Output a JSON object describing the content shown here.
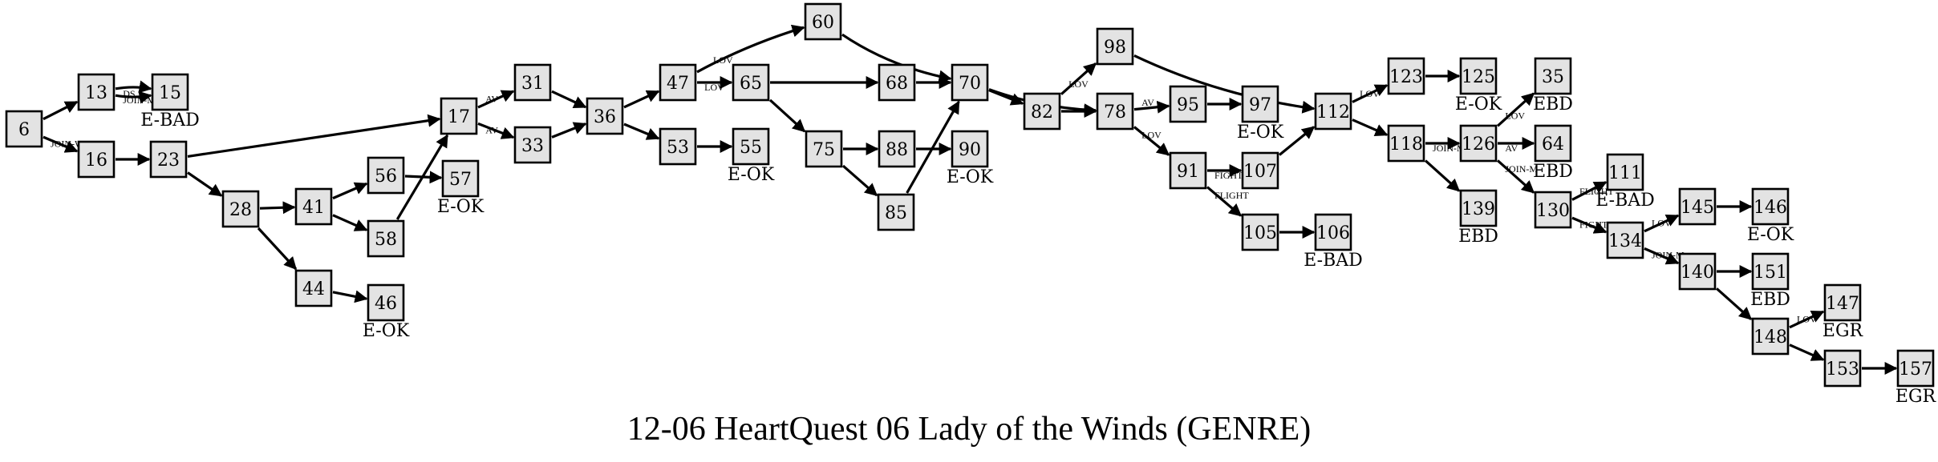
{
  "title": "12-06 HeartQuest 06 Lady of the Winds (GENRE)",
  "colors": {
    "node_fill": "#e3e3e3",
    "stroke": "#000000",
    "background": "#ffffff"
  },
  "nodes": [
    {
      "id": "6",
      "ending": ""
    },
    {
      "id": "13",
      "ending": ""
    },
    {
      "id": "15",
      "ending": "E-BAD"
    },
    {
      "id": "16",
      "ending": ""
    },
    {
      "id": "23",
      "ending": ""
    },
    {
      "id": "28",
      "ending": ""
    },
    {
      "id": "41",
      "ending": ""
    },
    {
      "id": "44",
      "ending": ""
    },
    {
      "id": "46",
      "ending": "E-OK"
    },
    {
      "id": "56",
      "ending": ""
    },
    {
      "id": "57",
      "ending": "E-OK"
    },
    {
      "id": "58",
      "ending": ""
    },
    {
      "id": "17",
      "ending": ""
    },
    {
      "id": "31",
      "ending": ""
    },
    {
      "id": "33",
      "ending": ""
    },
    {
      "id": "36",
      "ending": ""
    },
    {
      "id": "47",
      "ending": ""
    },
    {
      "id": "53",
      "ending": ""
    },
    {
      "id": "55",
      "ending": "E-OK"
    },
    {
      "id": "60",
      "ending": ""
    },
    {
      "id": "65",
      "ending": ""
    },
    {
      "id": "68",
      "ending": ""
    },
    {
      "id": "75",
      "ending": ""
    },
    {
      "id": "88",
      "ending": ""
    },
    {
      "id": "90",
      "ending": "E-OK"
    },
    {
      "id": "85",
      "ending": ""
    },
    {
      "id": "70",
      "ending": ""
    },
    {
      "id": "82",
      "ending": ""
    },
    {
      "id": "98",
      "ending": ""
    },
    {
      "id": "78",
      "ending": ""
    },
    {
      "id": "95",
      "ending": ""
    },
    {
      "id": "97",
      "ending": "E-OK"
    },
    {
      "id": "91",
      "ending": ""
    },
    {
      "id": "107",
      "ending": ""
    },
    {
      "id": "105",
      "ending": ""
    },
    {
      "id": "106",
      "ending": "E-BAD"
    },
    {
      "id": "112",
      "ending": ""
    },
    {
      "id": "123",
      "ending": ""
    },
    {
      "id": "125",
      "ending": "E-OK"
    },
    {
      "id": "118",
      "ending": ""
    },
    {
      "id": "126",
      "ending": ""
    },
    {
      "id": "139",
      "ending": "EBD"
    },
    {
      "id": "35",
      "ending": "EBD"
    },
    {
      "id": "64",
      "ending": "EBD"
    },
    {
      "id": "130",
      "ending": ""
    },
    {
      "id": "111",
      "ending": "E-BAD"
    },
    {
      "id": "134",
      "ending": ""
    },
    {
      "id": "145",
      "ending": ""
    },
    {
      "id": "146",
      "ending": "E-OK"
    },
    {
      "id": "140",
      "ending": ""
    },
    {
      "id": "151",
      "ending": "EBD"
    },
    {
      "id": "148",
      "ending": ""
    },
    {
      "id": "147",
      "ending": "EGR"
    },
    {
      "id": "153",
      "ending": ""
    },
    {
      "id": "157",
      "ending": "EGR"
    }
  ],
  "edges": [
    {
      "from": "6",
      "to": "13",
      "label": ""
    },
    {
      "from": "6",
      "to": "16",
      "label": "JOIN-W"
    },
    {
      "from": "13",
      "to": "15",
      "label": "DS"
    },
    {
      "from": "13",
      "to": "15",
      "label": "JOIN-M"
    },
    {
      "from": "16",
      "to": "23",
      "label": ""
    },
    {
      "from": "23",
      "to": "17",
      "label": ""
    },
    {
      "from": "23",
      "to": "28",
      "label": ""
    },
    {
      "from": "28",
      "to": "41",
      "label": ""
    },
    {
      "from": "28",
      "to": "44",
      "label": ""
    },
    {
      "from": "41",
      "to": "56",
      "label": ""
    },
    {
      "from": "41",
      "to": "58",
      "label": ""
    },
    {
      "from": "56",
      "to": "57",
      "label": ""
    },
    {
      "from": "58",
      "to": "17",
      "label": ""
    },
    {
      "from": "44",
      "to": "46",
      "label": ""
    },
    {
      "from": "17",
      "to": "31",
      "label": "AV"
    },
    {
      "from": "17",
      "to": "33",
      "label": "AV"
    },
    {
      "from": "31",
      "to": "36",
      "label": ""
    },
    {
      "from": "33",
      "to": "36",
      "label": ""
    },
    {
      "from": "36",
      "to": "47",
      "label": ""
    },
    {
      "from": "36",
      "to": "53",
      "label": ""
    },
    {
      "from": "47",
      "to": "60",
      "label": "LOV"
    },
    {
      "from": "47",
      "to": "65",
      "label": "LOV"
    },
    {
      "from": "53",
      "to": "55",
      "label": ""
    },
    {
      "from": "60",
      "to": "70",
      "label": ""
    },
    {
      "from": "65",
      "to": "68",
      "label": ""
    },
    {
      "from": "65",
      "to": "75",
      "label": ""
    },
    {
      "from": "68",
      "to": "70",
      "label": ""
    },
    {
      "from": "75",
      "to": "88",
      "label": ""
    },
    {
      "from": "75",
      "to": "85",
      "label": ""
    },
    {
      "from": "88",
      "to": "90",
      "label": ""
    },
    {
      "from": "85",
      "to": "70",
      "label": ""
    },
    {
      "from": "70",
      "to": "78",
      "label": ""
    },
    {
      "from": "70",
      "to": "82",
      "label": ""
    },
    {
      "from": "82",
      "to": "98",
      "label": "LOV"
    },
    {
      "from": "82",
      "to": "78",
      "label": ""
    },
    {
      "from": "98",
      "to": "112",
      "label": ""
    },
    {
      "from": "78",
      "to": "95",
      "label": "AV"
    },
    {
      "from": "78",
      "to": "91",
      "label": "LOV"
    },
    {
      "from": "95",
      "to": "97",
      "label": ""
    },
    {
      "from": "91",
      "to": "107",
      "label": "FIGHT"
    },
    {
      "from": "91",
      "to": "105",
      "label": "FLIGHT"
    },
    {
      "from": "105",
      "to": "106",
      "label": ""
    },
    {
      "from": "107",
      "to": "112",
      "label": ""
    },
    {
      "from": "112",
      "to": "123",
      "label": "LOV"
    },
    {
      "from": "112",
      "to": "118",
      "label": ""
    },
    {
      "from": "123",
      "to": "125",
      "label": ""
    },
    {
      "from": "118",
      "to": "126",
      "label": "JOIN-M"
    },
    {
      "from": "118",
      "to": "139",
      "label": ""
    },
    {
      "from": "126",
      "to": "35",
      "label": "LOV"
    },
    {
      "from": "126",
      "to": "64",
      "label": "AV"
    },
    {
      "from": "126",
      "to": "130",
      "label": "JOIN-M"
    },
    {
      "from": "130",
      "to": "111",
      "label": "FLIGHT"
    },
    {
      "from": "130",
      "to": "134",
      "label": "FIGHT"
    },
    {
      "from": "134",
      "to": "145",
      "label": "LOV"
    },
    {
      "from": "134",
      "to": "140",
      "label": "JOIN-M"
    },
    {
      "from": "145",
      "to": "146",
      "label": ""
    },
    {
      "from": "140",
      "to": "151",
      "label": ""
    },
    {
      "from": "140",
      "to": "148",
      "label": ""
    },
    {
      "from": "148",
      "to": "147",
      "label": "LOV"
    },
    {
      "from": "148",
      "to": "153",
      "label": ""
    },
    {
      "from": "153",
      "to": "157",
      "label": ""
    }
  ]
}
